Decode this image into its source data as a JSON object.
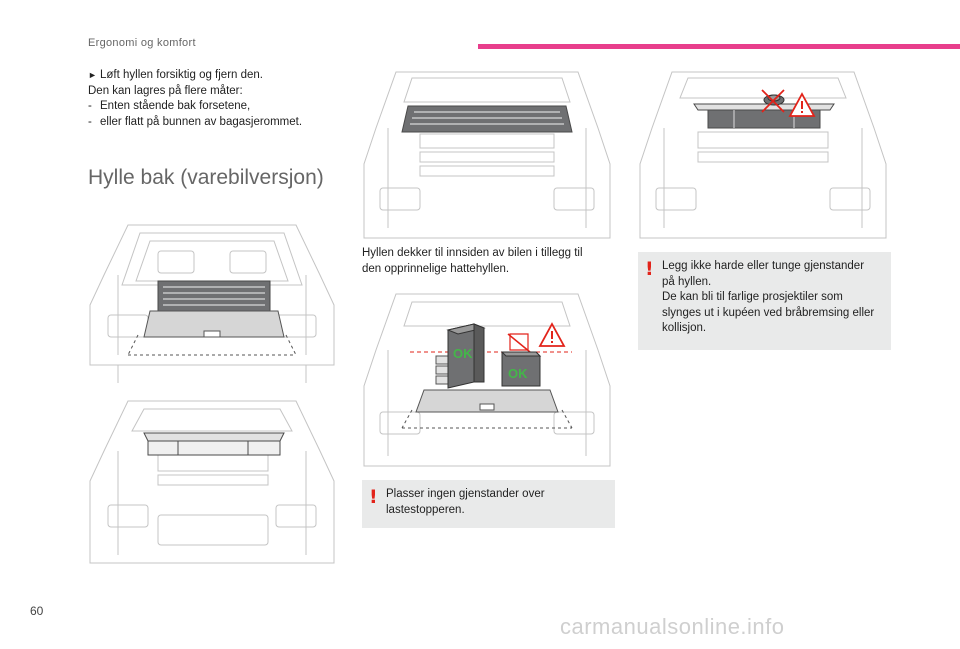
{
  "header": {
    "section_title": "Ergonomi og komfort",
    "accent_color": "#e83e8c"
  },
  "left_text": {
    "bullet_icon": "arrow-bullet-icon",
    "line1": "Løft hyllen forsiktig og fjern den.",
    "line2": "Den kan lagres på flere måter:",
    "item1": "Enten stående bak forsetene,",
    "item2": "eller flatt på bunnen av bagasjerommet."
  },
  "heading": "Hylle bak (varebilversjon)",
  "middle_text": {
    "line1": "Hyllen dekker til innsiden av bilen i tillegg til",
    "line2": "den opprinnelige hattehyllen."
  },
  "figure_labels": {
    "ok_1": "OK",
    "ok_2": "OK"
  },
  "warning_bottom": {
    "mark": "!",
    "line1": "Plasser ingen gjenstander over",
    "line2": "lastestopperen."
  },
  "warning_right": {
    "mark": "!",
    "line1": "Legg ikke harde eller tunge gjenstander",
    "line2": "på hyllen.",
    "line3": "De kan bli til farlige prosjektiler som",
    "line4": "slynges ut i kupéen ved bråbremsing eller",
    "line5": "kollisjon."
  },
  "colors": {
    "warning": "#e2231a",
    "ok_green": "#44b649",
    "box_bg": "#e9eaea",
    "shelf": "#6f7072"
  },
  "page_number": "60",
  "watermark": "carmanualsonline.info"
}
